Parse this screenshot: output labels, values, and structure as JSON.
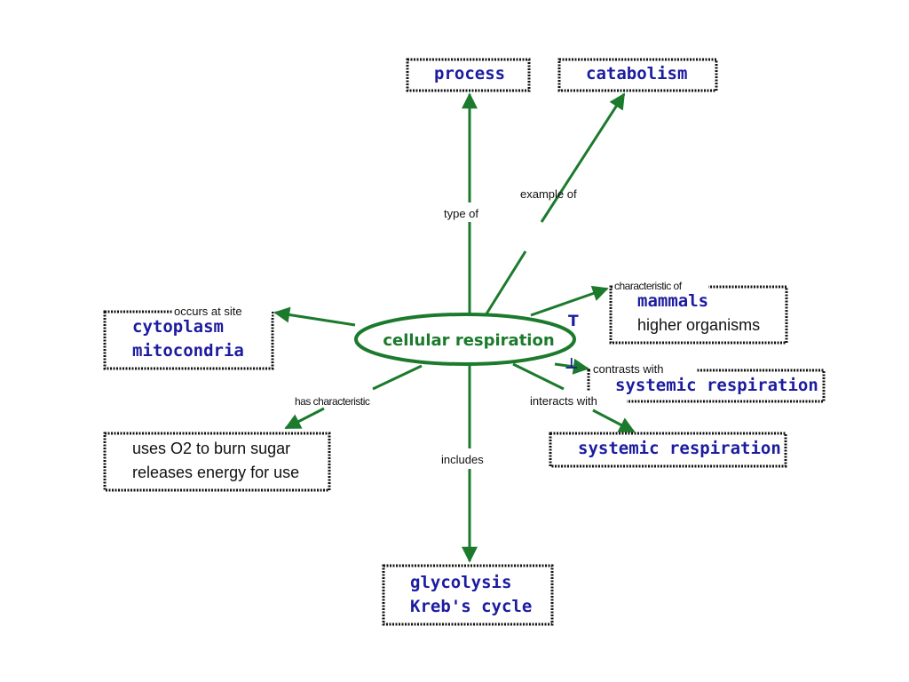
{
  "center": {
    "label": "cellular respiration"
  },
  "nodes": {
    "process": "process",
    "catabolism": "catabolism",
    "site": [
      "cytoplasm",
      "mitocondria"
    ],
    "characteristic": [
      "uses O2 to burn sugar",
      "releases energy for use"
    ],
    "mammals": {
      "title": "mammals",
      "sub": "higher organisms"
    },
    "contrasts": "systemic respiration",
    "interacts": "systemic respiration",
    "includes": [
      "glycolysis",
      "Kreb's cycle"
    ]
  },
  "links": {
    "type_of": "type of",
    "example_of": "example of",
    "occurs_at_site": "occurs at site",
    "has_characteristic": "has characteristic",
    "includes": "includes",
    "characteristic_of": "characteristic of",
    "contrasts_with": "contrasts with",
    "interacts_with": "interacts with"
  },
  "markers": {
    "top": "T",
    "bottom": "⊥"
  },
  "colors": {
    "link": "#1b7a2c",
    "concept": "#1c1ca0",
    "text": "#111111"
  }
}
